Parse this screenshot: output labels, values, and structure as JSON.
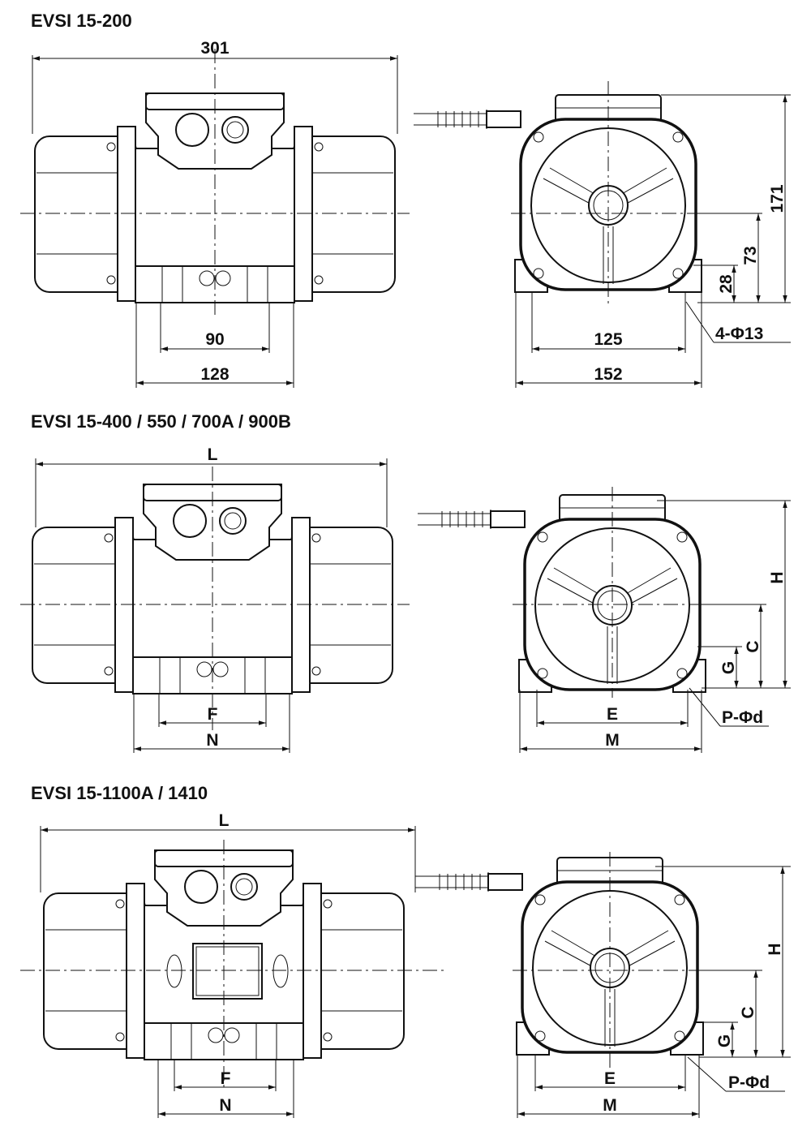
{
  "titles": {
    "t1": "EVSI 15-200",
    "t2": "EVSI 15-400 / 550 / 700A / 900B",
    "t3": "EVSI 15-1100A / 1410"
  },
  "d1": {
    "length": "301",
    "f": "90",
    "n": "128",
    "e": "125",
    "m": "152",
    "h": "171",
    "c": "73",
    "g": "28",
    "hole": "4-Φ13"
  },
  "d2": {
    "length": "L",
    "f": "F",
    "n": "N",
    "e": "E",
    "m": "M",
    "h": "H",
    "c": "C",
    "g": "G",
    "hole": "P-Φd"
  },
  "d3": {
    "length": "L",
    "f": "F",
    "n": "N",
    "e": "E",
    "m": "M",
    "h": "H",
    "c": "C",
    "g": "G",
    "hole": "P-Φd"
  }
}
